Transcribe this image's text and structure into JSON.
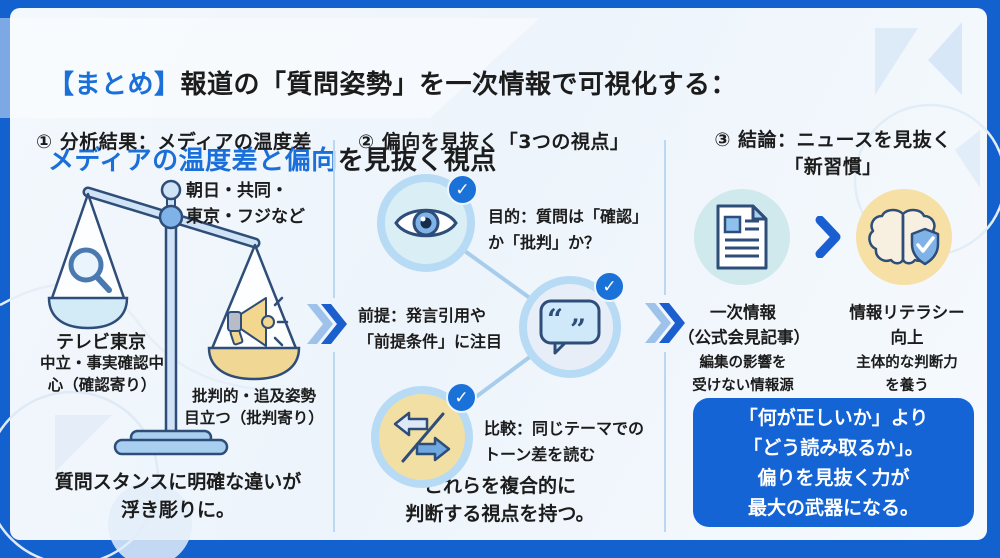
{
  "title": {
    "part1": "【まとめ】",
    "part2": "報道の「質問姿勢」を一次情報で可視化する：",
    "part3": "メディアの温度差と偏向",
    "part4": "を見抜く視点"
  },
  "colors": {
    "frame_blue": "#1261cf",
    "accent_blue": "#1a6fd8",
    "callout_blue": "#1464d6",
    "badge_blue": "#1a72d8",
    "pan_yellow": "#f0d793",
    "pan_light_blue": "#d2ebf6"
  },
  "section1": {
    "heading": "① 分析結果：メディアの温度差",
    "scale_icon": "balance-scale-icon",
    "right_group_label": "朝日・共同・\n東京・フジなど",
    "left_pan_icon": "magnifier-icon",
    "left_pan_title": "テレビ東京",
    "left_pan_desc": "中立・事実確認中\n心（確認寄り）",
    "right_pan_icon": "megaphone-icon",
    "right_pan_desc": "批判的・追及姿勢\n目立つ（批判寄り）",
    "conclusion": "質問スタンスに明確な違いが\n浮き彫りに。"
  },
  "section2": {
    "heading": "② 偏向を見抜く「3つの視点」",
    "points": [
      {
        "icon": "eye-icon",
        "text": "目的：質問は「確認」\nか「批判」か？"
      },
      {
        "icon": "quote-bubble-icon",
        "text": "前提：発言引用や\n「前提条件」に注目"
      },
      {
        "icon": "compare-arrows-icon",
        "text": "比較：同じテーマでの\nトーン差を読む"
      }
    ],
    "check_mark": "✓",
    "conclusion": "これらを複合的に\n判断する視点を持つ。"
  },
  "section3": {
    "heading": "③ 結論：ニュースを見抜く\n「新習慣」",
    "steps": [
      {
        "icon": "document-icon",
        "title": "一次情報\n（公式会見記事）",
        "desc": "編集の影響を\n受けない情報源"
      },
      {
        "icon": "brain-shield-icon",
        "title": "情報リテラシー\n向上",
        "desc": "主体的な判断力\nを養う"
      }
    ],
    "callout": "「何が正しいか」より\n「どう読み取るか」。\n偏りを見抜く力が\n最大の武器になる。"
  }
}
